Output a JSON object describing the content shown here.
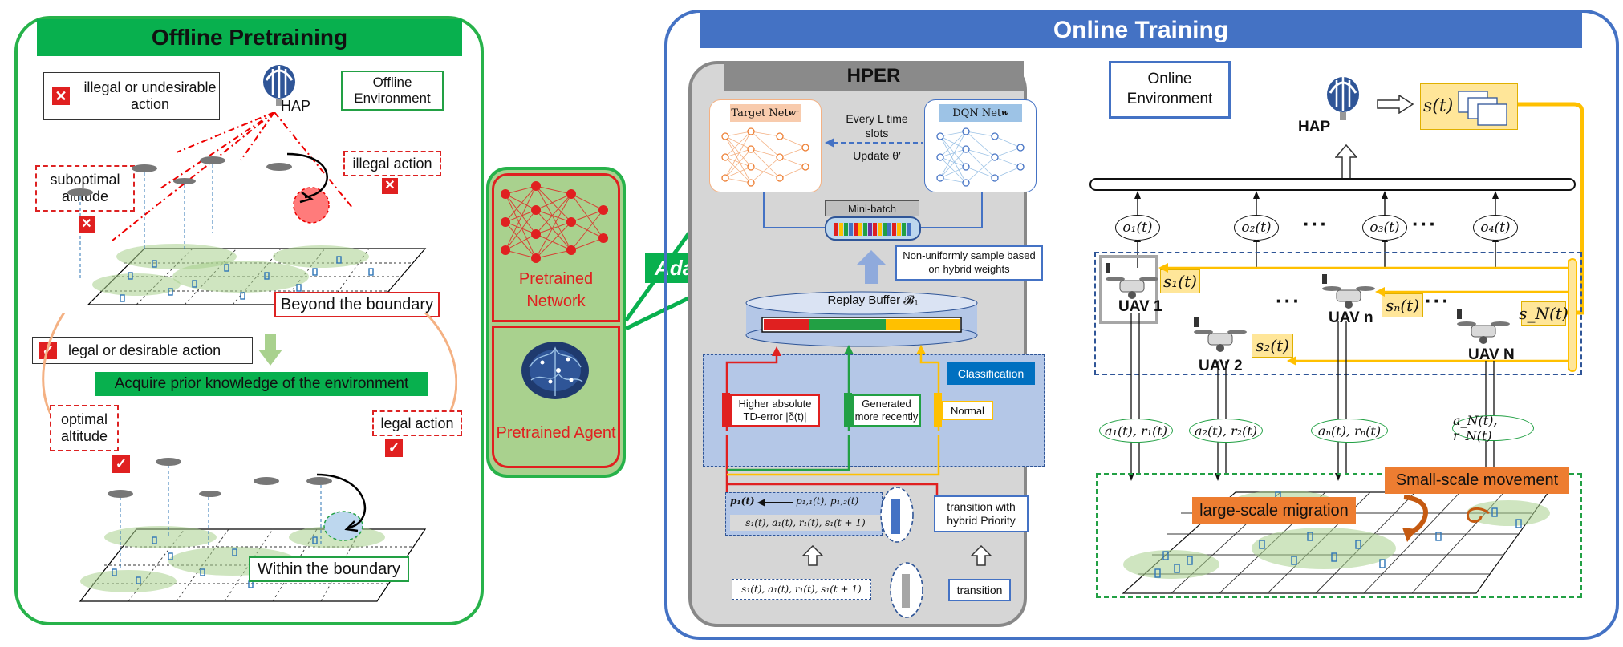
{
  "offline": {
    "title": "Offline Pretraining",
    "legend_illegal": "illegal or undesirable action",
    "legend_legal": "legal or desirable action",
    "hap": "HAP",
    "env": "Offline Environment",
    "suboptimal": "suboptimal altitude",
    "illegal_action": "illegal action",
    "beyond": "Beyond the boundary",
    "acquire": "Acquire prior knowledge of the environment",
    "optimal": "optimal altitude",
    "legal_action": "legal action",
    "within": "Within the boundary"
  },
  "middle": {
    "pretrained_network": "Pretrained Network",
    "pretrained_agent": "Pretrained Agent",
    "adaptation": "Adaptation"
  },
  "online": {
    "title": "Online Training",
    "env": "Online Environment",
    "hap": "HAP",
    "state": "s(t)",
    "obs": [
      "o₁(t)",
      "o₂(t)",
      "o₃(t)",
      "o₄(t)"
    ],
    "uav_labels": [
      "UAV 1",
      "UAV 2",
      "UAV n",
      "UAV N"
    ],
    "state_tags": [
      "s₁(t)",
      "s₂(t)",
      "sₙ(t)",
      "s_N(t)"
    ],
    "actions": [
      "a₁(t), r₁(t)",
      "a₂(t), r₂(t)",
      "aₙ(t), rₙ(t)",
      "a_N(t), r_N(t)"
    ],
    "dots": "···",
    "large_scale": "large-scale migration",
    "small_scale": "Small-scale movement"
  },
  "hper": {
    "title": "HPER",
    "target_net": "Target Net",
    "target_sub": "w⁻",
    "dqn_net": "DQN Net",
    "dqn_sub": "w",
    "every": "Every L time slots",
    "update": "Update θ′",
    "mini_batch": "Mini-batch",
    "non_uniform": "Non-uniformly sample based on hybrid weights",
    "replay": "Replay Buffer 𝓑₁",
    "classification": "Classification",
    "higher": "Higher absolute TD-error |δ(t)|",
    "generated": "Generated more recently",
    "normal": "Normal",
    "p_line1": "p₁(t)",
    "p_line1b": "p₁,₁(t), p₁,₂(t)",
    "p_line2": "s₁(t), a₁(t), r₁(t), s₁(t + 1)",
    "transition_hybrid": "transition with hybrid Priority",
    "transition_row": "s₁(t), a₁(t), r₁(t), s₁(t + 1)",
    "transition": "transition"
  },
  "colors": {
    "green": "#08b04e",
    "blue": "#4472c4",
    "red": "#d22222",
    "orange": "#ed7d31",
    "yellow": "#ffe699"
  }
}
